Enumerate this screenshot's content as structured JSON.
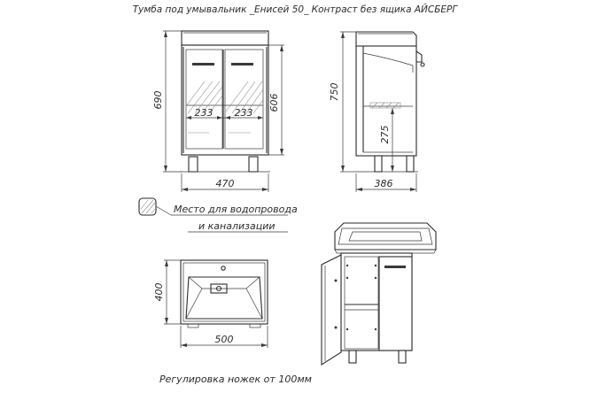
{
  "title": "Тумба под умывальник _Енисей 50_ Контраст без ящика   АЙСБЕРГ",
  "front_view": {
    "height_total": "690",
    "height_body": "606",
    "door_left": "233",
    "door_right": "233",
    "width": "470"
  },
  "side_view": {
    "height_total": "750",
    "height_opening": "275",
    "depth": "386"
  },
  "legend": {
    "line1": "Место для водопровода",
    "line2": "и канализации"
  },
  "top_view": {
    "depth": "400",
    "width": "500"
  },
  "footer": "Регулировка ножек от 100мм"
}
